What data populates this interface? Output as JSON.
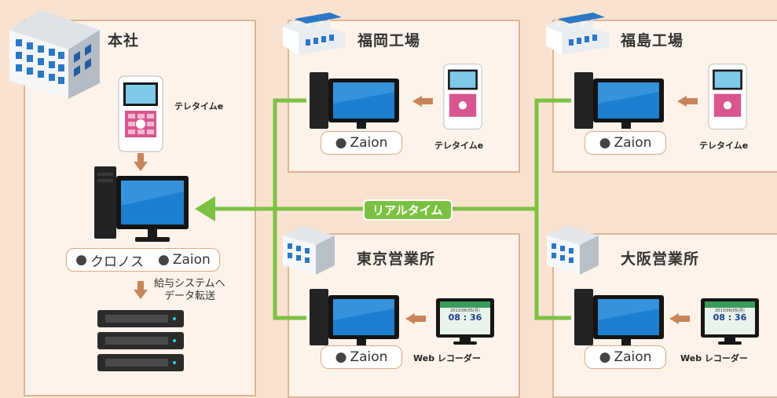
{
  "hq": {
    "title": "本社",
    "device_label": "テレタイムe",
    "pill_1": "クロノス",
    "pill_2": "Zaion",
    "transfer_line1": "給与システムへ",
    "transfer_line2": "データ転送"
  },
  "fukuoka": {
    "title": "福岡工場",
    "pill": "Zaion",
    "device_label": "テレタイムe"
  },
  "fukushima": {
    "title": "福島工場",
    "pill": "Zaion",
    "device_label": "テレタイムe"
  },
  "tokyo": {
    "title": "東京営業所",
    "pill": "Zaion",
    "device_label": "Web レコーダー"
  },
  "osaka": {
    "title": "大阪営業所",
    "pill": "Zaion",
    "device_label": "Web レコーダー"
  },
  "realtime_label": "リアルタイム",
  "web_recorder_screen": {
    "date": "2013/06/05(月)",
    "time": "08 : 36"
  },
  "colors": {
    "network": "#7cc242",
    "arrow": "#c9845a",
    "panel_border": "#e2b391",
    "background": "#f9e3d0"
  }
}
